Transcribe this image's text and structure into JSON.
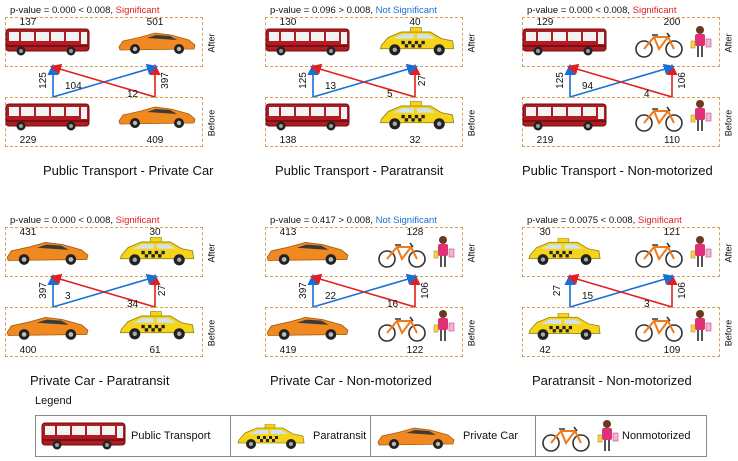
{
  "colors": {
    "significant": "#e02020",
    "not_significant": "#1a6fd6",
    "to_public": "#e02020",
    "to_private": "#1a6fd6"
  },
  "panels": [
    {
      "title": "Public Transport - Private Car",
      "p_value": "p-value = 0.000 < 0.008,",
      "status": "Significant",
      "status_kind": "sig",
      "left_mode": "bus",
      "right_mode": "car",
      "after_left": "137",
      "after_right": "501",
      "before_left": "229",
      "before_right": "409",
      "stay_left": "125",
      "switch_lr": "104",
      "switch_rl": "12",
      "stay_right": "397"
    },
    {
      "title": "Public Transport - Paratransit",
      "p_value": "p-value = 0.096 > 0.008,",
      "status": "Not Significant",
      "status_kind": "ns",
      "left_mode": "bus",
      "right_mode": "taxi",
      "after_left": "130",
      "after_right": "40",
      "before_left": "138",
      "before_right": "32",
      "stay_left": "125",
      "switch_lr": "13",
      "switch_rl": "5",
      "stay_right": "27"
    },
    {
      "title": "Public Transport - Non-motorized",
      "p_value": "p-value = 0.000 < 0.008,",
      "status": "Significant",
      "status_kind": "sig",
      "left_mode": "bus",
      "right_mode": "bike",
      "after_left": "129",
      "after_right": "200",
      "before_left": "219",
      "before_right": "110",
      "stay_left": "125",
      "switch_lr": "94",
      "switch_rl": "4",
      "stay_right": "106"
    },
    {
      "title": "Private Car - Paratransit",
      "p_value": "p-value = 0.000 < 0.008,",
      "status": "Significant",
      "status_kind": "sig",
      "left_mode": "car",
      "right_mode": "taxi",
      "after_left": "431",
      "after_right": "30",
      "before_left": "400",
      "before_right": "61",
      "stay_left": "397",
      "switch_lr": "3",
      "switch_rl": "34",
      "stay_right": "27"
    },
    {
      "title": "Private Car - Non-motorized",
      "p_value": "p-value = 0.417 > 0.008,",
      "status": "Not Significant",
      "status_kind": "ns",
      "left_mode": "car",
      "right_mode": "bike",
      "after_left": "413",
      "after_right": "128",
      "before_left": "419",
      "before_right": "122",
      "stay_left": "397",
      "switch_lr": "22",
      "switch_rl": "16",
      "stay_right": "106"
    },
    {
      "title": "Paratransit - Non-motorized",
      "p_value": "p-value = 0.0075 < 0.008,",
      "status": "Significant",
      "status_kind": "sig",
      "left_mode": "taxi",
      "right_mode": "bike",
      "after_left": "30",
      "after_right": "121",
      "before_left": "42",
      "before_right": "109",
      "stay_left": "27",
      "switch_lr": "15",
      "switch_rl": "3",
      "stay_right": "106"
    }
  ],
  "labels": {
    "after": "After",
    "before": "Before"
  },
  "legend": {
    "title": "Legend",
    "items": [
      {
        "icon": "bus",
        "label": "Public Transport"
      },
      {
        "icon": "taxi",
        "label": "Paratransit"
      },
      {
        "icon": "car",
        "label": "Private Car"
      },
      {
        "icon": "bike",
        "label": "Nonmotorized"
      }
    ]
  }
}
